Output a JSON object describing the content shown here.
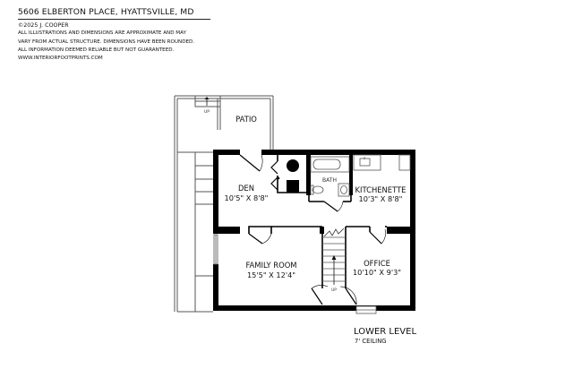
{
  "header": {
    "address": "5606 ELBERTON PLACE, HYATTSVILLE, MD",
    "copyright": "©2025 J. COOPER",
    "disclaimer_lines": [
      "ALL ILLUSTRATIONS AND DIMENSIONS ARE APPROXIMATE AND MAY",
      "VARY FROM ACTUAL STRUCTURE. DIMENSIONS HAVE BEEN ROUNDED.",
      "ALL INFORMATION DEEMED RELIABLE BUT NOT GUARANTEED."
    ],
    "url": "WWW.INTERIORFOOTPRINTS.COM"
  },
  "rooms": {
    "patio": {
      "label": "PATIO"
    },
    "den": {
      "label": "DEN",
      "dims": "10'5\" X 8'8\""
    },
    "bath": {
      "label": "BATH"
    },
    "kitchenette": {
      "label": "KITCHENETTE",
      "dims": "10'3\" X 8'8\""
    },
    "family_room": {
      "label": "FAMILY ROOM",
      "dims": "15'5\" X 12'4\""
    },
    "office": {
      "label": "OFFICE",
      "dims": "10'10\" X 9'3\""
    }
  },
  "stairs": {
    "exterior_up": "UP",
    "interior_up": "UP"
  },
  "level": {
    "name": "LOWER LEVEL",
    "ceiling": "7' CEILING"
  },
  "colors": {
    "wall": "#000000",
    "line": "#555555",
    "background": "#ffffff"
  }
}
